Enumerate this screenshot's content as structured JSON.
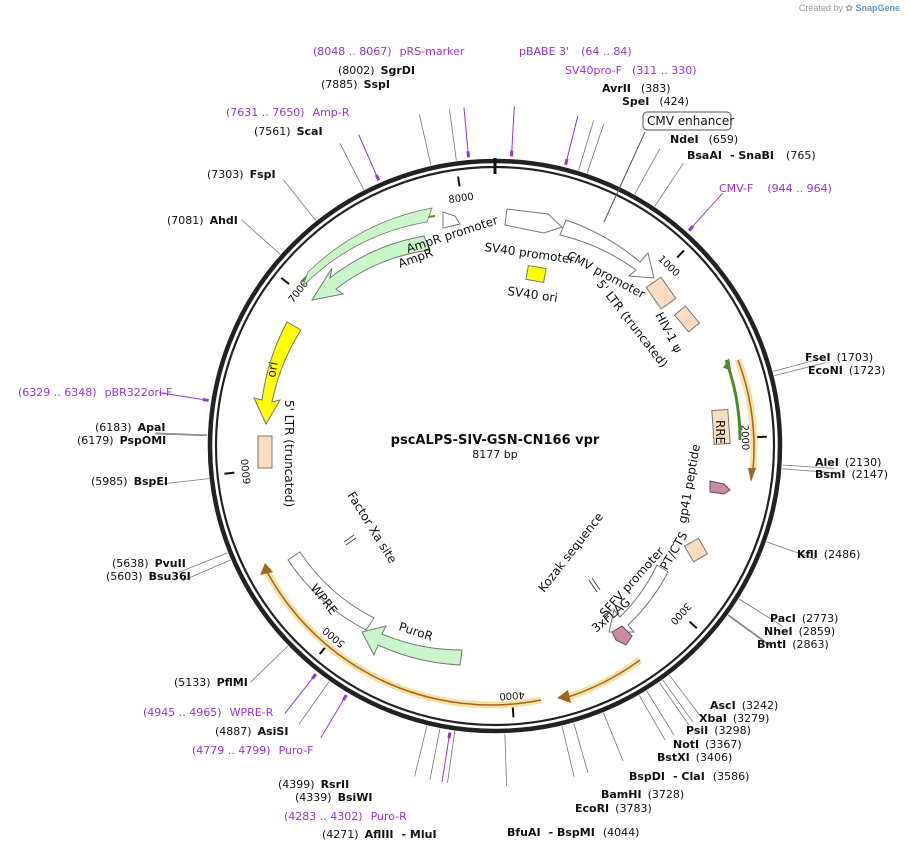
{
  "header": {
    "created_by": "Created by",
    "brand": "SnapGene"
  },
  "plasmid": {
    "name": "pscALPS-SIV-GSN-CN166  vpr",
    "length_label": "8177 bp",
    "length": 8177
  },
  "colors": {
    "primer": "#9a32d6",
    "backbone": "#222222",
    "amp": "#c9f7c9",
    "ori": "#ffff00",
    "ltr": "#fbdcbf",
    "yellow": "#fbe0a6",
    "arrow_white": "#ffffff",
    "pink": "#c88aa6"
  },
  "ticks": [
    {
      "label": "1000",
      "bp": 1000
    },
    {
      "label": "2000",
      "bp": 2000
    },
    {
      "label": "3000",
      "bp": 3000
    },
    {
      "label": "4000",
      "bp": 4000
    },
    {
      "label": "5000",
      "bp": 5000
    },
    {
      "label": "6000",
      "bp": 6000
    },
    {
      "label": "7000",
      "bp": 7000
    },
    {
      "label": "8000",
      "bp": 8000
    }
  ],
  "sites": [
    {
      "name": "SgrDI",
      "pos": "(8002)",
      "bp": 8002
    },
    {
      "name": "SspI",
      "pos": "(7885)",
      "bp": 7885
    },
    {
      "name": "ScaI",
      "pos": "(7561)",
      "bp": 7561
    },
    {
      "name": "FspI",
      "pos": "(7303)",
      "bp": 7303
    },
    {
      "name": "AhdI",
      "pos": "(7081)",
      "bp": 7081
    },
    {
      "name": "ApaI",
      "pos": "(6183)",
      "bp": 6183
    },
    {
      "name": "PspOMI",
      "pos": "(6179)",
      "bp": 6179
    },
    {
      "name": "BspEI",
      "pos": "(5985)",
      "bp": 5985
    },
    {
      "name": "PvuII",
      "pos": "(5638)",
      "bp": 5638
    },
    {
      "name": "Bsu36I",
      "pos": "(5603)",
      "bp": 5603
    },
    {
      "name": "PflMI",
      "pos": "(5133)",
      "bp": 5133
    },
    {
      "name": "AsiSI",
      "pos": "(4887)",
      "bp": 4887
    },
    {
      "name": "RsrII",
      "pos": "(4399)",
      "bp": 4399
    },
    {
      "name": "BsiWI",
      "pos": "(4339)",
      "bp": 4339
    },
    {
      "name": "AflIII",
      "pos": "(4271)",
      "bp": 4271,
      "extra": "- MluI"
    },
    {
      "name": "BfuAI",
      "pos": "(4044)",
      "bp": 4044,
      "extra": "- BspMI"
    },
    {
      "name": "EcoRI",
      "pos": "(3783)",
      "bp": 3783
    },
    {
      "name": "BamHI",
      "pos": "(3728)",
      "bp": 3728
    },
    {
      "name": "BspDI",
      "pos": "(3586)",
      "bp": 3586,
      "extra": "- ClaI"
    },
    {
      "name": "BstXI",
      "pos": "(3406)",
      "bp": 3406
    },
    {
      "name": "NotI",
      "pos": "(3367)",
      "bp": 3367
    },
    {
      "name": "PsiI",
      "pos": "(3298)",
      "bp": 3298
    },
    {
      "name": "XbaI",
      "pos": "(3279)",
      "bp": 3279
    },
    {
      "name": "AscI",
      "pos": "(3242)",
      "bp": 3242
    },
    {
      "name": "BmtI",
      "pos": "(2863)",
      "bp": 2863
    },
    {
      "name": "NheI",
      "pos": "(2859)",
      "bp": 2859
    },
    {
      "name": "PacI",
      "pos": "(2773)",
      "bp": 2773
    },
    {
      "name": "KflI",
      "pos": "(2486)",
      "bp": 2486
    },
    {
      "name": "BsmI",
      "pos": "(2147)",
      "bp": 2147
    },
    {
      "name": "AleI",
      "pos": "(2130)",
      "bp": 2130
    },
    {
      "name": "EcoNI",
      "pos": "(1723)",
      "bp": 1723
    },
    {
      "name": "FseI",
      "pos": "(1703)",
      "bp": 1703
    },
    {
      "name": "BsaAI",
      "pos": "(765)",
      "bp": 765,
      "extra": "- SnaBI"
    },
    {
      "name": "NdeI",
      "pos": "(659)",
      "bp": 659
    },
    {
      "name": "SpeI",
      "pos": "(424)",
      "bp": 424
    },
    {
      "name": "AvrII",
      "pos": "(383)",
      "bp": 383
    }
  ],
  "primers": [
    {
      "range": "(8048 .. 8067)",
      "name": "pRS-marker",
      "bp": 8058
    },
    {
      "range": "(64 .. 84)",
      "name": "pBABE 3'",
      "bp": 74
    },
    {
      "range": "(311 .. 330)",
      "name": "SV40pro-F",
      "bp": 320
    },
    {
      "range": "(944 .. 964)",
      "name": "CMV-F",
      "bp": 954
    },
    {
      "range": "(7631 .. 7650)",
      "name": "Amp-R",
      "bp": 7640
    },
    {
      "range": "(6329 .. 6348)",
      "name": "pBR322ori-F",
      "bp": 6338
    },
    {
      "range": "(4945 .. 4965)",
      "name": "WPRE-R",
      "bp": 4955
    },
    {
      "range": "(4779 .. 4799)",
      "name": "Puro-F",
      "bp": 4789
    },
    {
      "range": "(4283 .. 4302)",
      "name": "Puro-R",
      "bp": 4292
    }
  ],
  "features": [
    {
      "name": "CMV enhancer",
      "boxed": true
    },
    {
      "name": "SV40 promoter"
    },
    {
      "name": "SV40 ori"
    },
    {
      "name": "CMV promoter"
    },
    {
      "name": "5' LTR (truncated)"
    },
    {
      "name": "HIV-1 ψ"
    },
    {
      "name": "RRE"
    },
    {
      "name": "gp41 peptide"
    },
    {
      "name": "cPPT/CTS"
    },
    {
      "name": "SFFV promoter"
    },
    {
      "name": "3xFLAG"
    },
    {
      "name": "Kozak sequence"
    },
    {
      "name": "PuroR"
    },
    {
      "name": "WPRE"
    },
    {
      "name": "Factor Xa site"
    },
    {
      "name": "5' LTR (truncated)"
    },
    {
      "name": "ori"
    },
    {
      "name": "AmpR"
    },
    {
      "name": "AmpR promoter"
    }
  ]
}
